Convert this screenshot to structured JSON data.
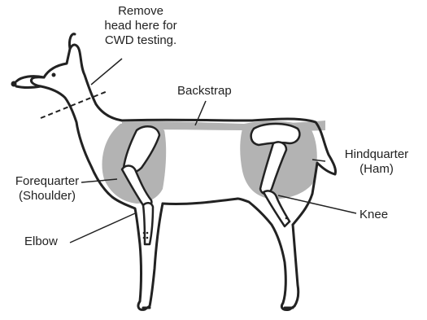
{
  "labels": {
    "head_note": [
      "Remove",
      "head here for",
      "CWD testing."
    ],
    "backstrap": "Backstrap",
    "hindquarter": [
      "Hindquarter",
      "(Ham)"
    ],
    "forequarter": [
      "Forequarter",
      "(Shoulder)"
    ],
    "elbow": "Elbow",
    "knee": "Knee"
  },
  "colors": {
    "outline": "#222222",
    "cut_region": "#b3b3b3",
    "background": "#ffffff"
  }
}
